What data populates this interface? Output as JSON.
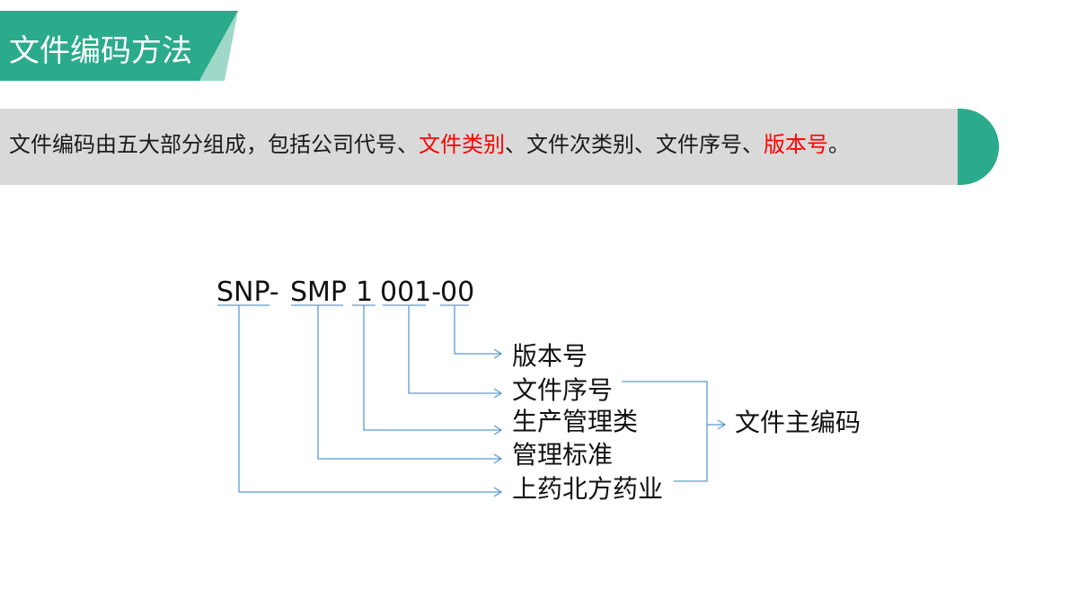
{
  "header": {
    "title": "文件编码方法"
  },
  "intro": {
    "part1": "文件编码由五大部分组成，包括公司代号、",
    "highlight1": "文件类别",
    "part2": "、文件次类别、文件序号、",
    "highlight2": "版本号",
    "part3": "。"
  },
  "code": {
    "segments": [
      "SNP-",
      "SMP",
      "1",
      "001-",
      "00"
    ]
  },
  "labels": {
    "version": "版本号",
    "serial": "文件序号",
    "category": "生产管理类",
    "standard": "管理标准",
    "company": "上药北方药业",
    "main_code": "文件主编码"
  },
  "colors": {
    "accent_green": "#2bab8b",
    "accent_green_light": "#9fd8c8",
    "connector_blue": "#5b9bd5",
    "highlight_red": "#ff0000",
    "bar_gray": "#d9d9d9"
  }
}
